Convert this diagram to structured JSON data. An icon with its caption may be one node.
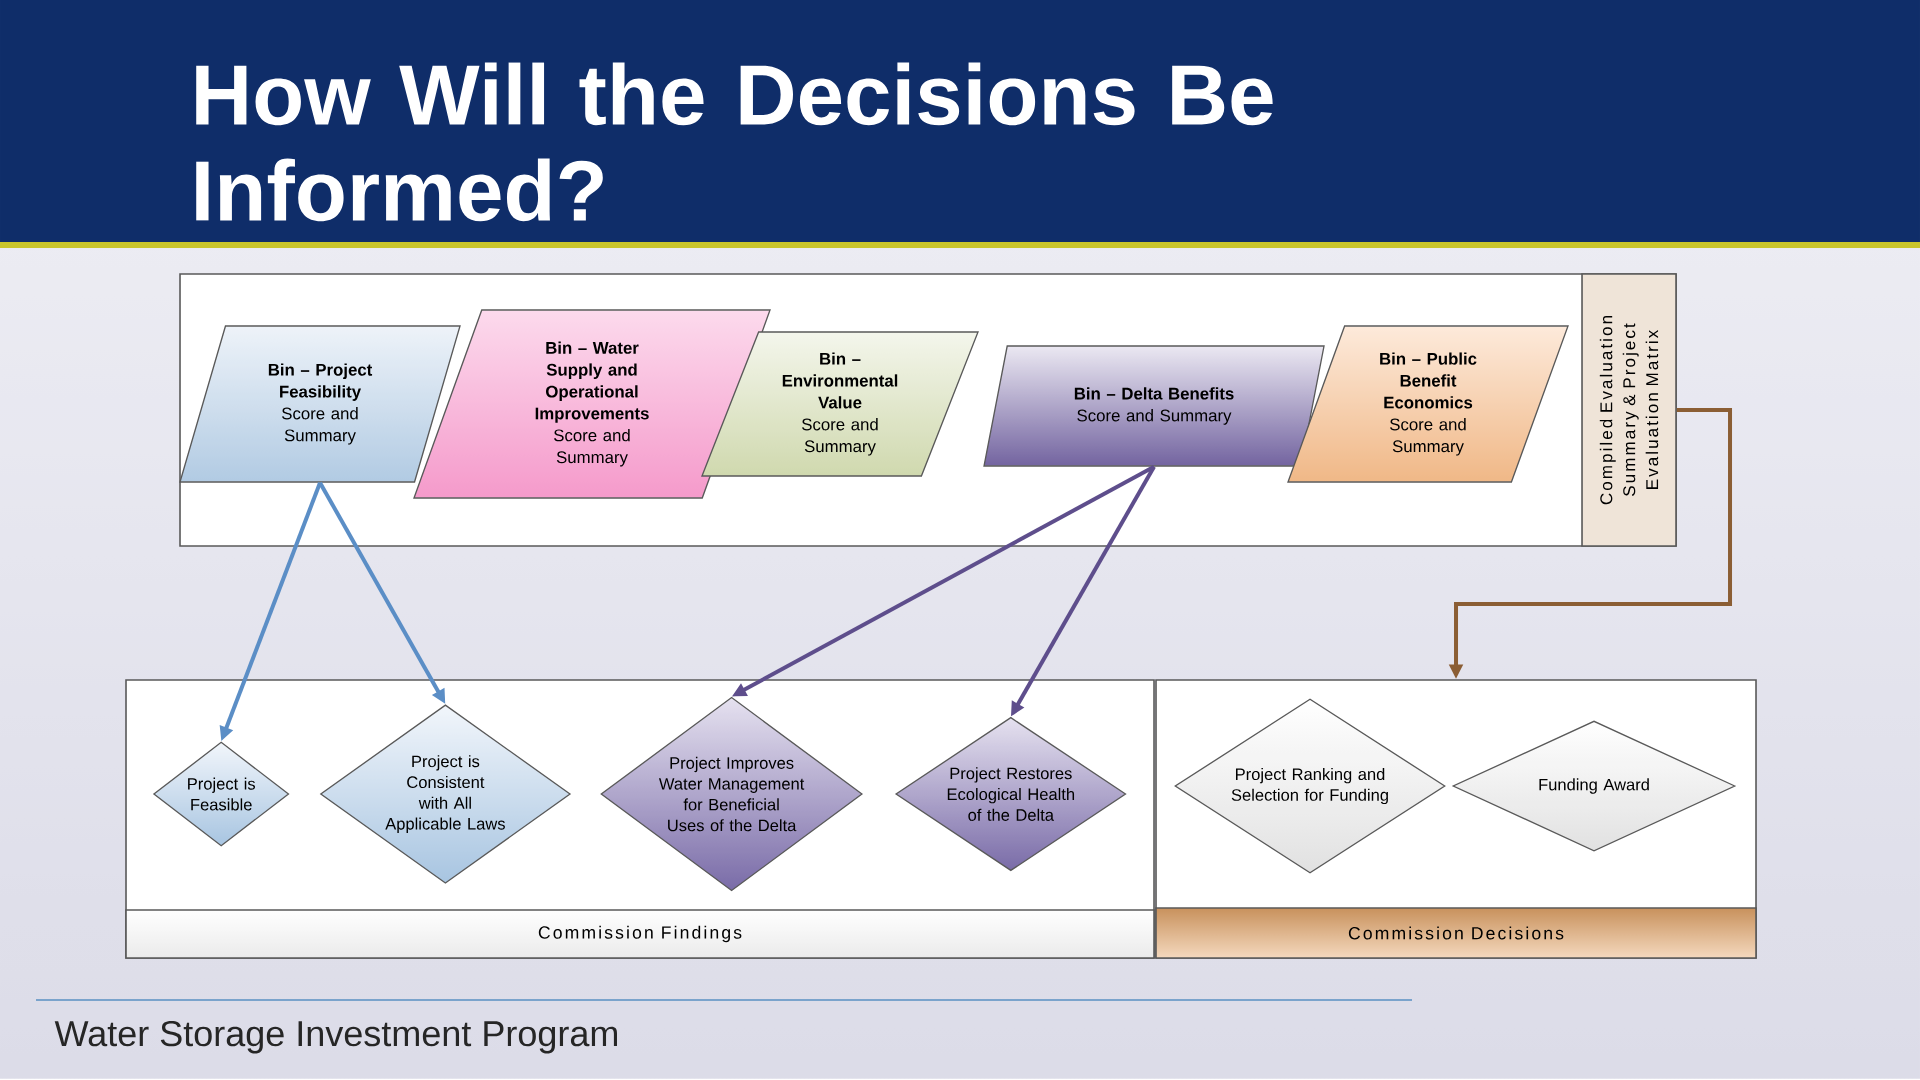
{
  "diagram": {
    "title": "How Will the Decisions Be Informed?",
    "nodes": [
      {
        "text": [
          "Compiled Evaluation Summary & Project Evaluation Matrix"
        ]
      },
      {
        "text": [
          "Bin – Project Feasibility",
          "Score and Summary"
        ],
        "in": 0
      },
      {
        "text": [
          "Bin – Water Supply and Operational Improvements",
          "Score and Summary"
        ],
        "in": 0
      },
      {
        "text": [
          "Bin – Environmental Value",
          "Score and Summary"
        ],
        "in": 0
      },
      {
        "text": [
          "Bin – Delta Benefits",
          "Score and Summary"
        ],
        "in": 0
      },
      {
        "text": [
          "Bin – Public Benefit Economics",
          "Score and Summary"
        ],
        "in": 0
      },
      {
        "text": [
          "Commission Findings"
        ]
      },
      {
        "text": [
          "Project is Feasible"
        ],
        "in": 6
      },
      {
        "text": [
          "Project is Consistent with All Applicable Laws"
        ],
        "in": 6
      },
      {
        "text": [
          "Project Improves Water Management for Beneficial Uses of the Delta"
        ],
        "in": 6
      },
      {
        "text": [
          "Project Restores Ecological Health of the Delta"
        ],
        "in": 6
      },
      {
        "text": [
          "Commission Decisions"
        ]
      },
      {
        "text": [
          "Project Ranking and Selection for Funding"
        ],
        "in": 11
      },
      {
        "text": [
          "Funding Award"
        ],
        "in": 11
      }
    ],
    "edges": [
      {
        "from": 1,
        "to": 7,
        "arrow": "to",
        "color": "#5b8ec6"
      },
      {
        "from": 1,
        "to": 8,
        "arrow": "to",
        "color": "#5b8ec6"
      },
      {
        "from": 4,
        "to": 9,
        "arrow": "to",
        "color": "#5e4e8c"
      },
      {
        "from": 4,
        "to": 10,
        "arrow": "to",
        "color": "#5e4e8c"
      },
      {
        "from": 0,
        "to": 11,
        "arrow": "to",
        "color": "#8b5e34"
      }
    ],
    "labels": [
      "Water Storage Investment Program"
    ]
  }
}
